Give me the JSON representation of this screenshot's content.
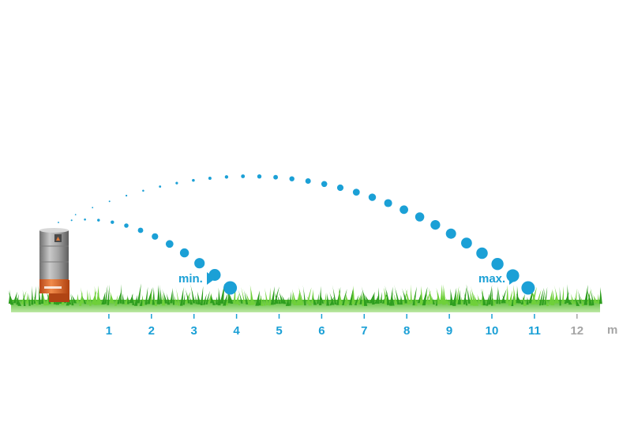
{
  "labels": {
    "min": "min.",
    "max": "max.",
    "unit": "m"
  },
  "axis": {
    "ticks": [
      {
        "value": 1,
        "label": "1",
        "in_range": true
      },
      {
        "value": 2,
        "label": "2",
        "in_range": true
      },
      {
        "value": 3,
        "label": "3",
        "in_range": true
      },
      {
        "value": 4,
        "label": "4",
        "in_range": true
      },
      {
        "value": 5,
        "label": "5",
        "in_range": true
      },
      {
        "value": 6,
        "label": "6",
        "in_range": true
      },
      {
        "value": 7,
        "label": "7",
        "in_range": true
      },
      {
        "value": 8,
        "label": "8",
        "in_range": true
      },
      {
        "value": 9,
        "label": "9",
        "in_range": true
      },
      {
        "value": 10,
        "label": "10",
        "in_range": true
      },
      {
        "value": 11,
        "label": "11",
        "in_range": true
      },
      {
        "value": 12,
        "label": "12",
        "in_range": false
      }
    ]
  },
  "spray": {
    "min_range_m": 4,
    "max_range_m": 11
  },
  "colors": {
    "water": "#1ba0d6",
    "axis_active": "#1ba0d6",
    "axis_inactive": "#a5a5a5",
    "grass_dark": "#2e9e1f",
    "grass_light": "#6fd03a",
    "sprinkler_body": "#9a9a9a",
    "sprinkler_base": "#e8682a"
  },
  "icons": {
    "pointer": "triangle-pointer-icon",
    "device": "pop-up-sprinkler-icon"
  }
}
